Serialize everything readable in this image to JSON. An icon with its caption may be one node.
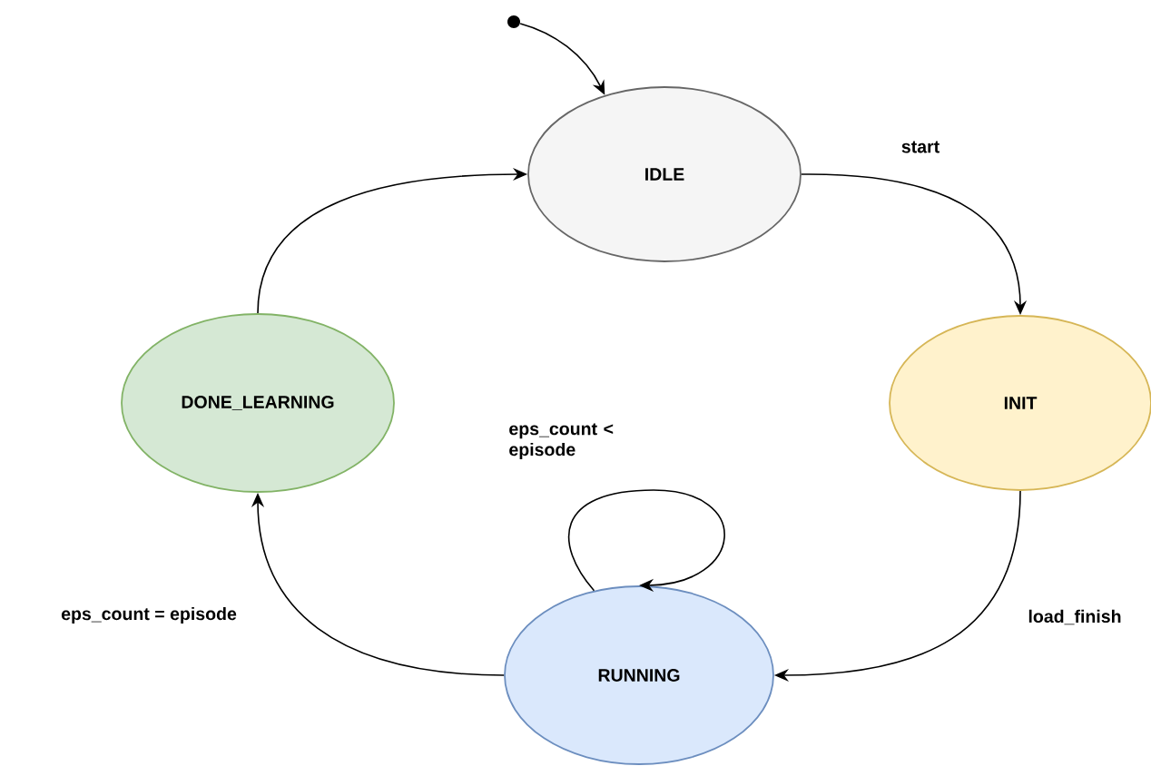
{
  "diagram": {
    "nodes": [
      {
        "text": [
          "IDLE"
        ]
      },
      {
        "text": [
          "INIT"
        ]
      },
      {
        "text": [
          "RUNNING"
        ]
      },
      {
        "text": [
          "DONE_LEARNING"
        ]
      },
      {
        "text": [],
        "shape": "circle"
      }
    ],
    "edges": [
      {
        "from": 4,
        "to": 0,
        "arrow": "to"
      },
      {
        "from": 0,
        "to": 1,
        "arrow": "to",
        "label": "start"
      },
      {
        "from": 1,
        "to": 2,
        "arrow": "to",
        "label": "load_finish"
      },
      {
        "from": 2,
        "to": 2,
        "arrow": "to",
        "label": "eps_count < episode"
      },
      {
        "from": 2,
        "to": 3,
        "arrow": "to",
        "label": "eps_count = episode"
      },
      {
        "from": 3,
        "to": 0,
        "arrow": "to"
      }
    ]
  }
}
